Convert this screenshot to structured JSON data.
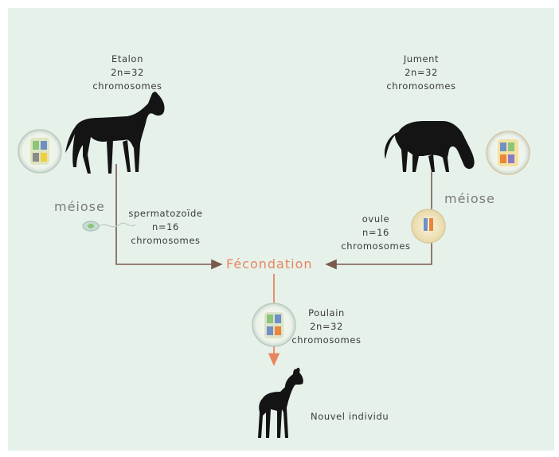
{
  "colors": {
    "background": "#e6f1ea",
    "arrow_dark": "#7a5a4d",
    "arrow_orange": "#e8855e",
    "fecondation": "#e8855e",
    "horse": "#141414"
  },
  "icons": [
    "horse-stallion-icon",
    "horse-mare-icon",
    "foal-icon",
    "cell-icon",
    "sperm-cell-icon",
    "egg-cell-icon"
  ],
  "stallion": {
    "name": "Etalon",
    "count": "2n=32",
    "unit": "chromosomes"
  },
  "mare": {
    "name": "Jument",
    "count": "2n=32",
    "unit": "chromosomes"
  },
  "meiosis_left": "méiose",
  "meiosis_right": "méiose",
  "sperm": {
    "name": "spermatozoïde",
    "count": "n=16",
    "unit": "chromosomes"
  },
  "egg": {
    "name": "ovule",
    "count": "n=16",
    "unit": "chromosomes"
  },
  "fecondation": "Fécondation",
  "foal": {
    "name": "Poulain",
    "count": "2n=32",
    "unit": "chromosomes"
  },
  "new_individual": "Nouvel individu"
}
